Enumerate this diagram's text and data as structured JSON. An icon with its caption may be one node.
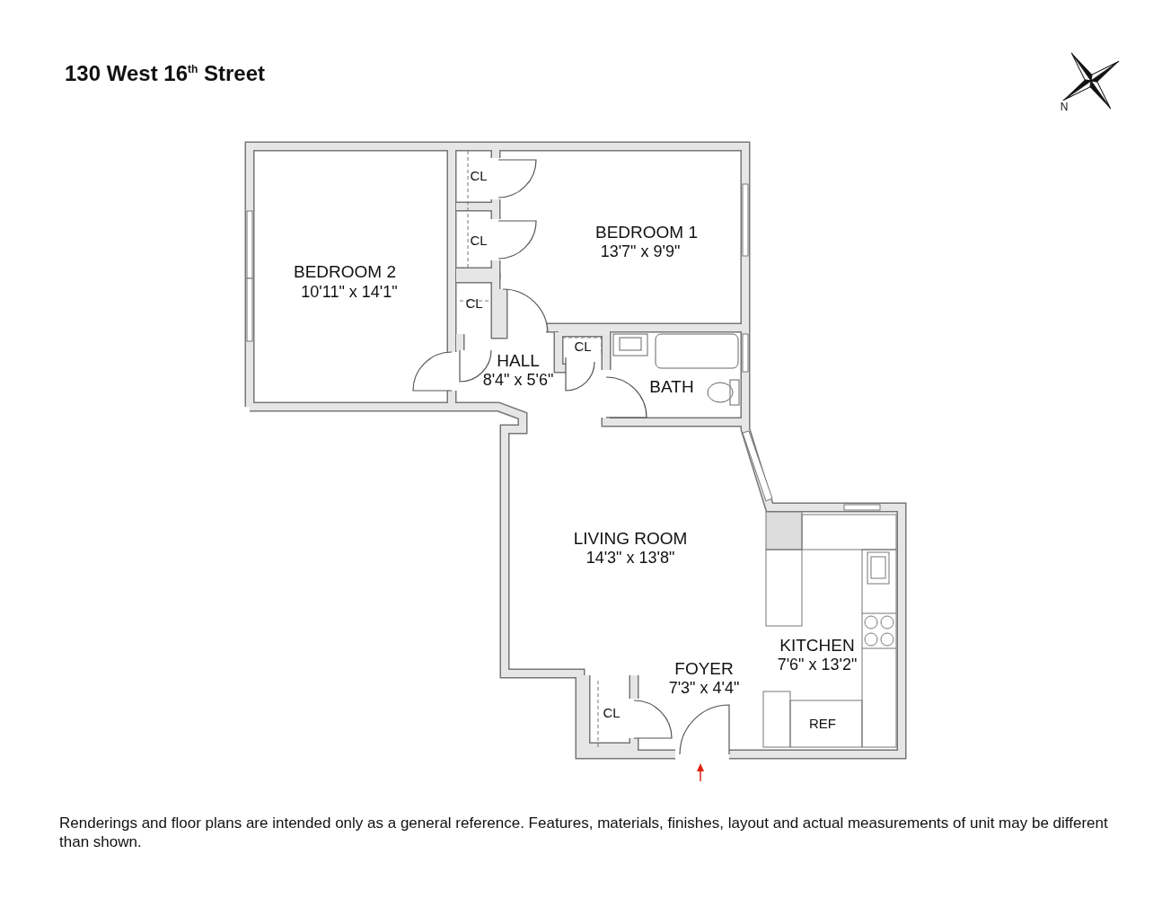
{
  "diagram": {
    "title": "130 West 16$^{th}$ Street",
    "caption": "Renderings and floor plans are intended only as a general reference. Features, materials, finishes, layout and actual measurements of unit may be different than shown.",
    "labels": [
      "CL",
      "BEDROOM 1",
      "13'7\" x 9'9\"",
      "CL",
      "BEDROOM 2",
      "10'11\" x 14'1\"",
      "CL",
      "CL",
      "HALL",
      "8'4\" x 5'6\"",
      "BATH",
      "LIVING ROOM",
      "14'3\" x 13'8\"",
      "KITCHEN",
      "7'6\" x 13'2\"",
      "FOYER",
      "7'3\" x 4'4\"",
      "CL",
      "REF",
      "N"
    ]
  }
}
